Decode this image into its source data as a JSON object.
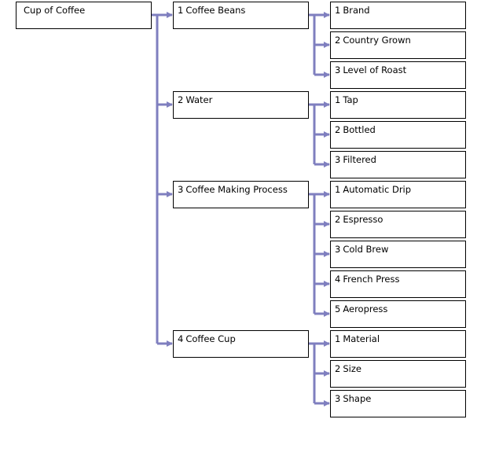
{
  "root": {
    "label": "Cup of Coffee"
  },
  "branches": [
    {
      "num": "1",
      "label": "Coffee Beans",
      "children": [
        {
          "num": "1",
          "label": "Brand"
        },
        {
          "num": "2",
          "label": "Country Grown"
        },
        {
          "num": "3",
          "label": "Level of Roast"
        }
      ]
    },
    {
      "num": "2",
      "label": "Water",
      "children": [
        {
          "num": "1",
          "label": "Tap"
        },
        {
          "num": "2",
          "label": "Bottled"
        },
        {
          "num": "3",
          "label": "Filtered"
        }
      ]
    },
    {
      "num": "3",
      "label": "Coffee Making Process",
      "children": [
        {
          "num": "1",
          "label": "Automatic Drip"
        },
        {
          "num": "2",
          "label": "Espresso"
        },
        {
          "num": "3",
          "label": "Cold Brew"
        },
        {
          "num": "4",
          "label": "French Press"
        },
        {
          "num": "5",
          "label": "Aeropress"
        }
      ]
    },
    {
      "num": "4",
      "label": "Coffee Cup",
      "children": [
        {
          "num": "1",
          "label": "Material"
        },
        {
          "num": "2",
          "label": "Size"
        },
        {
          "num": "3",
          "label": "Shape"
        }
      ]
    }
  ],
  "colors": {
    "connector": "#7f7fbf",
    "border": "#000000",
    "background": "#ffffff"
  }
}
